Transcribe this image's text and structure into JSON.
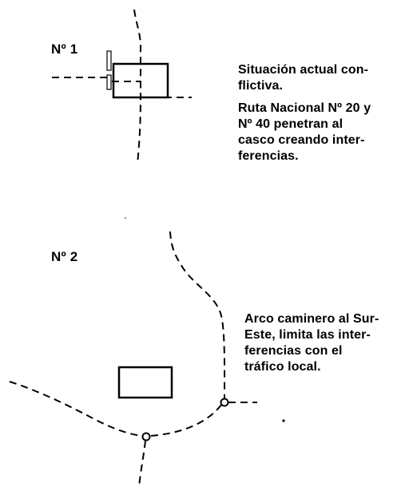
{
  "diagram_1": {
    "label": "Nº 1",
    "caption_lines": [
      "Situación actual con-",
      "flictiva.",
      "Ruta Nacional Nº 20 y",
      "Nº 40 penetran al",
      "casco creando inter-",
      "ferencias."
    ]
  },
  "diagram_2": {
    "label": "Nº 2",
    "caption_lines": [
      "Arco caminero al Sur-",
      "Este, limita las inter-",
      "ferencias con el",
      "tráfico local."
    ]
  },
  "colors": {
    "ink": "#000000",
    "paper": "#ffffff"
  }
}
